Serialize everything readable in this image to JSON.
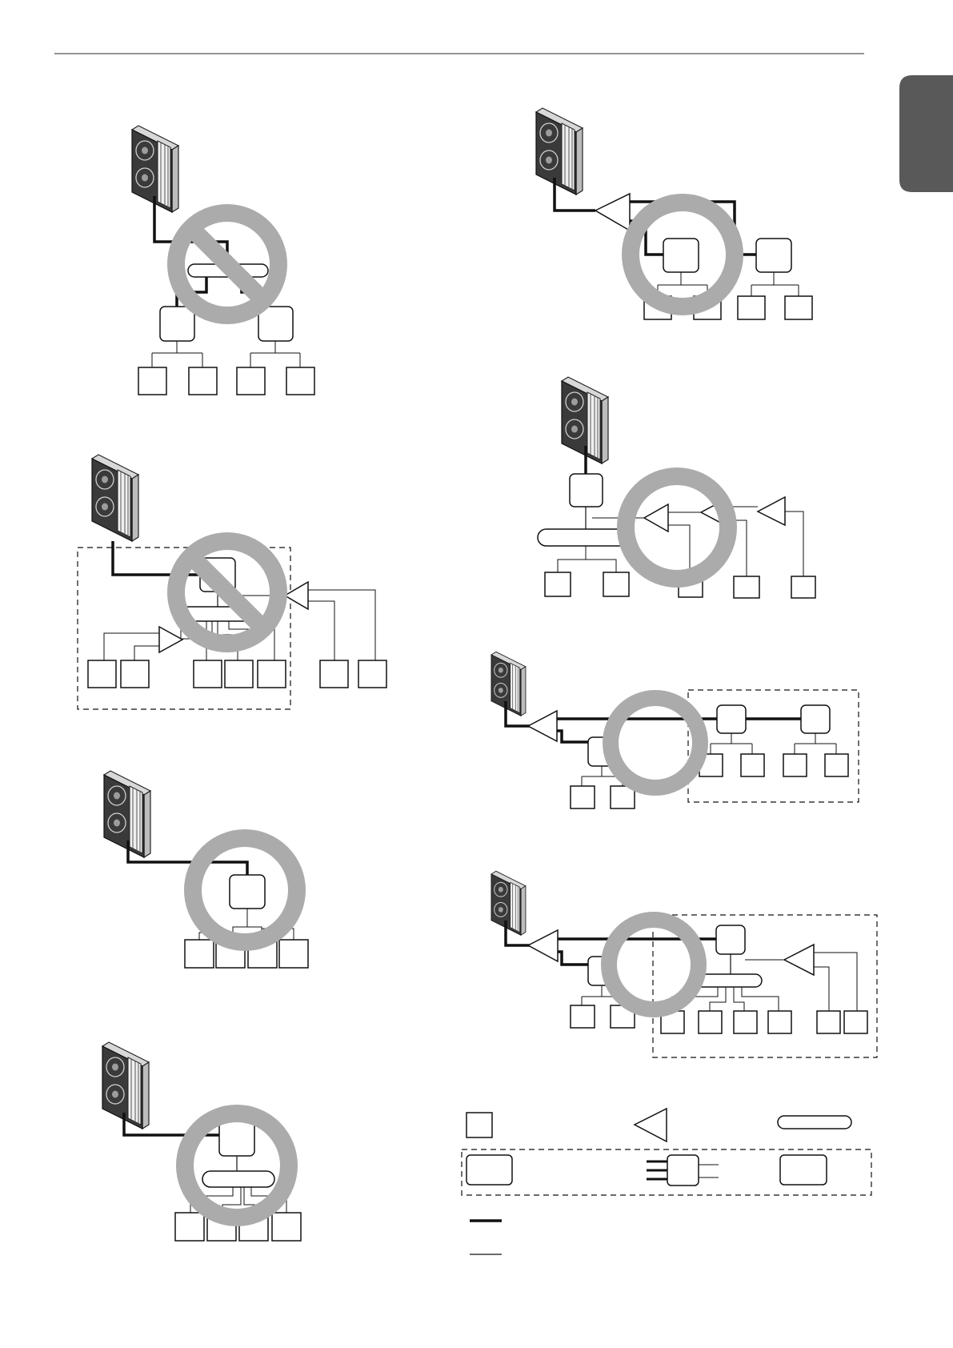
{
  "page": {
    "background": "#ffffff",
    "rule_color": "#555555",
    "side_tab_color": "#595959",
    "side_tab_icon": "language-tab"
  },
  "colors": {
    "line": "#111111",
    "prohibition_ring": "#ababab",
    "prohibition_bar": "#ababab"
  },
  "icons": {
    "outdoor_unit": "outdoor-unit-icon",
    "indoor_unit": "indoor-unit-square-icon",
    "y_branch": "y-branch-triangle-icon",
    "header": "header-pill-icon",
    "hr_unit": "heat-recovery-box-icon",
    "prohibited": "prohibition-circle-icon",
    "allowed_ring": "ring-icon"
  },
  "diagrams": [
    {
      "id": "d1",
      "status": "prohibited"
    },
    {
      "id": "d2",
      "status": "prohibited"
    },
    {
      "id": "d3",
      "status": "allowed"
    },
    {
      "id": "d4",
      "status": "allowed"
    },
    {
      "id": "d5",
      "status": "allowed"
    },
    {
      "id": "d6",
      "status": "allowed"
    },
    {
      "id": "d7",
      "status": "allowed"
    },
    {
      "id": "d8",
      "status": "allowed"
    }
  ],
  "legend": {
    "symbols": [
      "indoor-unit-square-icon",
      "y-branch-triangle-icon",
      "header-pill-icon"
    ],
    "dashed_group": [
      "heat-recovery-box-icon",
      "heat-recovery-box-with-ports-icon",
      "heat-recovery-box-icon"
    ],
    "lines": [
      "thick-line",
      "thin-line"
    ]
  }
}
